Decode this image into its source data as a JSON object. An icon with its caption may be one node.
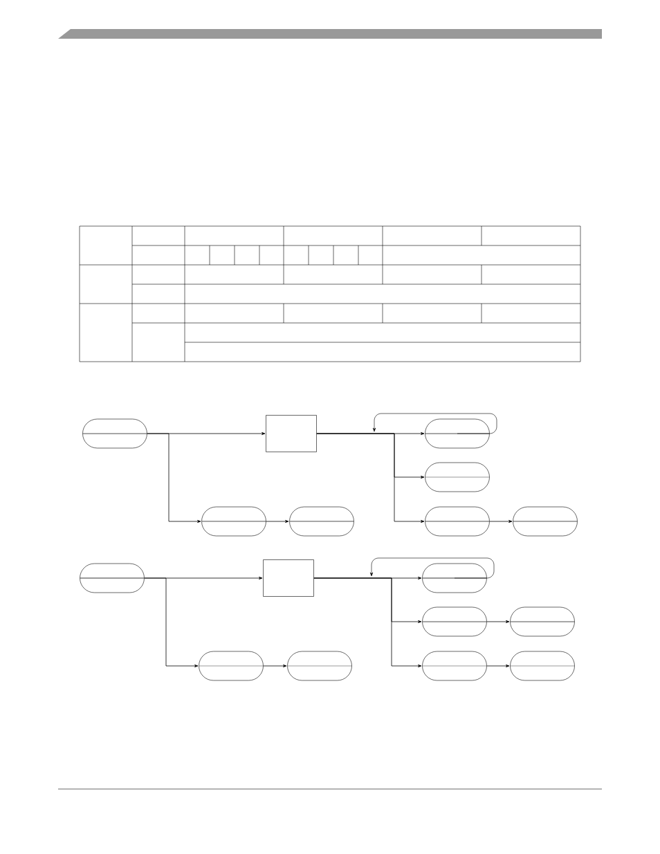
{
  "diagram": {
    "nodes": [
      {
        "text": [],
        "shape": "oval"
      },
      {
        "text": [],
        "shape": "box"
      },
      {
        "text": [],
        "shape": "oval"
      },
      {
        "text": [],
        "shape": "oval"
      },
      {
        "text": [],
        "shape": "oval"
      },
      {
        "text": [],
        "shape": "oval"
      },
      {
        "text": [],
        "shape": "oval"
      },
      {
        "text": [],
        "shape": "oval"
      },
      {
        "text": [],
        "shape": "oval"
      },
      {
        "text": [],
        "shape": "box"
      },
      {
        "text": [],
        "shape": "oval"
      },
      {
        "text": [],
        "shape": "oval"
      },
      {
        "text": [],
        "shape": "oval"
      },
      {
        "text": [],
        "shape": "oval"
      },
      {
        "text": [],
        "shape": "oval"
      },
      {
        "text": [],
        "shape": "oval"
      },
      {
        "text": [],
        "shape": "oval"
      }
    ],
    "edges": [
      {
        "from": 0,
        "to": 1,
        "arrow": "to"
      },
      {
        "from": 0,
        "to": 2,
        "arrow": "to"
      },
      {
        "from": 2,
        "to": 3,
        "arrow": "to"
      },
      {
        "from": 1,
        "to": 4,
        "arrow": "to"
      },
      {
        "from": 1,
        "to": 5,
        "arrow": "to"
      },
      {
        "from": 1,
        "to": 6,
        "arrow": "to"
      },
      {
        "from": 6,
        "to": 7,
        "arrow": "to"
      },
      {
        "from": 4,
        "to": null,
        "arrow": "to"
      },
      {
        "from": 8,
        "to": 9,
        "arrow": "to"
      },
      {
        "from": 8,
        "to": 10,
        "arrow": "to"
      },
      {
        "from": 10,
        "to": 11,
        "arrow": "to"
      },
      {
        "from": 9,
        "to": 12,
        "arrow": "to"
      },
      {
        "from": 9,
        "to": 13,
        "arrow": "to"
      },
      {
        "from": 13,
        "to": 14,
        "arrow": "to"
      },
      {
        "from": 9,
        "to": 15,
        "arrow": "to"
      },
      {
        "from": 15,
        "to": 16,
        "arrow": "to"
      },
      {
        "from": 12,
        "to": null,
        "arrow": "to"
      }
    ]
  }
}
